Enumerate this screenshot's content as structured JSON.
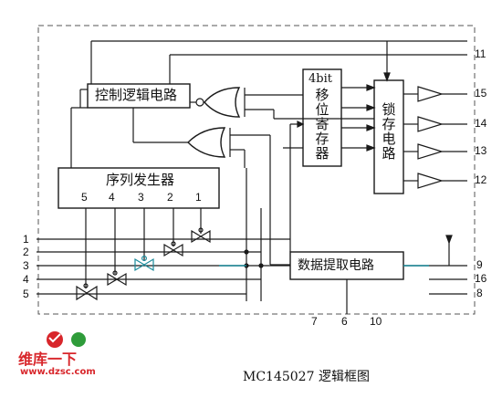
{
  "caption": "MC145027 逻辑框图",
  "blocks": {
    "control_logic": "控制逻辑电路",
    "sequence_generator": "序列发生器",
    "shift_register_top": "4bit",
    "shift_register_chars": [
      "移",
      "位",
      "寄",
      "存",
      "器"
    ],
    "latch_chars": [
      "锁",
      "存",
      "电",
      "路"
    ],
    "data_extract": "数据提取电路"
  },
  "sequence_taps": [
    "5",
    "4",
    "3",
    "2",
    "1"
  ],
  "pins": {
    "left": [
      "1",
      "2",
      "3",
      "4",
      "5"
    ],
    "right_outputs": [
      "15",
      "14",
      "13",
      "12"
    ],
    "right_top": "11",
    "right_misc": [
      "9",
      "16",
      "8"
    ],
    "bottom": [
      "7",
      "6",
      "10"
    ]
  },
  "watermark": {
    "logo": "维库一下",
    "url": "www.dzsc.com"
  },
  "colors": {
    "line": "#1a1a1a",
    "accent": "#1a8a9a",
    "watermark_red": "#d8262b",
    "watermark_green": "#2f9c3a"
  }
}
